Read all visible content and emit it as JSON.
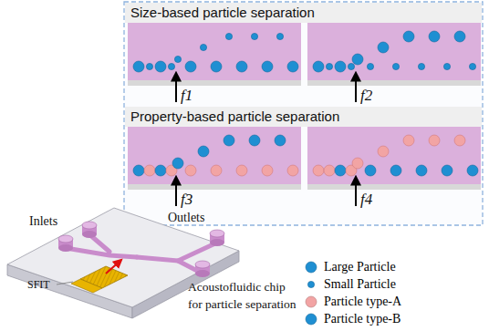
{
  "diagram": {
    "nodes": [
      {
        "text": [
          "Size-based particle separation"
        ]
      },
      {
        "text": [
          "Property-based particle separation"
        ]
      }
    ],
    "labels": [
      "f1",
      "f2",
      "f3",
      "f4",
      "Inlets",
      "SFIT",
      "Outlets",
      "Acoustofluidic chip for particle separation"
    ],
    "legend": [
      {
        "text": "Large Particle",
        "color": "#1f8fd2"
      },
      {
        "text": "Small Particle",
        "color": "#1f8fd2"
      },
      {
        "text": "Particle type-A",
        "color": "#f2a4a4"
      },
      {
        "text": "Particle type-B",
        "color": "#1f8fd2"
      }
    ]
  }
}
